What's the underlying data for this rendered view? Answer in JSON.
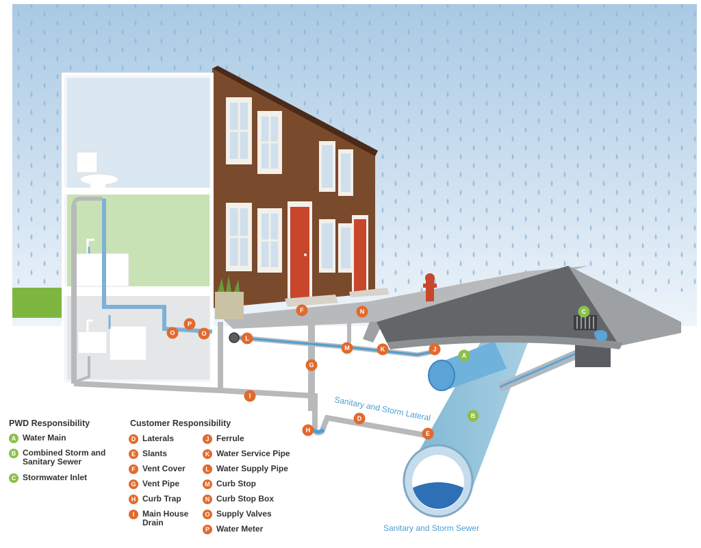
{
  "colors": {
    "pwd_badge": "#8dbf4a",
    "customer_badge": "#e16a2d",
    "water_pipe": "#4a9fd3",
    "sewer_pipe": "#89bfd8",
    "brick": "#7a4a2c",
    "door": "#c8462b",
    "grass": "#7fb640"
  },
  "legend": {
    "pwd": {
      "title": "PWD Responsibility",
      "items": [
        {
          "letter": "A",
          "label": "Water Main"
        },
        {
          "letter": "B",
          "label": "Combined Storm and\nSanitary Sewer"
        },
        {
          "letter": "C",
          "label": "Stormwater Inlet"
        }
      ]
    },
    "customer": {
      "title": "Customer Responsibility",
      "col1": [
        {
          "letter": "D",
          "label": "Laterals"
        },
        {
          "letter": "E",
          "label": "Slants"
        },
        {
          "letter": "F",
          "label": "Vent Cover"
        },
        {
          "letter": "G",
          "label": "Vent Pipe"
        },
        {
          "letter": "H",
          "label": "Curb Trap"
        },
        {
          "letter": "I",
          "label": "Main House\nDrain"
        }
      ],
      "col2": [
        {
          "letter": "J",
          "label": "Ferrule"
        },
        {
          "letter": "K",
          "label": "Water Service Pipe"
        },
        {
          "letter": "L",
          "label": "Water Supply Pipe"
        },
        {
          "letter": "M",
          "label": "Curb Stop"
        },
        {
          "letter": "N",
          "label": "Curb Stop Box"
        },
        {
          "letter": "O",
          "label": "Supply Valves"
        },
        {
          "letter": "P",
          "label": "Water Meter"
        }
      ]
    }
  },
  "labels": {
    "lateral": "Sanitary and Storm Lateral",
    "sewer": "Sanitary and Storm Sewer"
  },
  "callouts": {
    "A": "A",
    "B": "B",
    "C": "C",
    "D": "D",
    "E": "E",
    "F": "F",
    "G": "G",
    "H": "H",
    "I": "I",
    "J": "J",
    "K": "K",
    "L": "L",
    "M": "M",
    "N": "N",
    "O": "O",
    "P": "P"
  }
}
